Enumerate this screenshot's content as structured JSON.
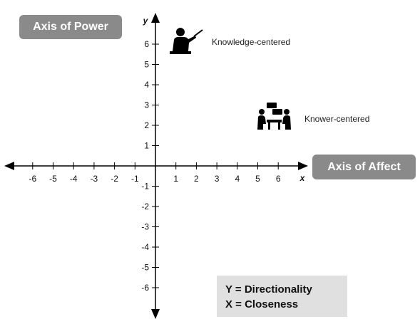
{
  "axis_labels": {
    "power": "Axis of Power",
    "affect": "Axis of Affect",
    "x": "x",
    "y": "y"
  },
  "points": [
    {
      "x": 1.5,
      "y": 6,
      "label": "Knowledge-centered",
      "icon": "teacher-pointer-icon"
    },
    {
      "x": 6,
      "y": 2.5,
      "label": "Knower-centered",
      "icon": "group-meeting-icon"
    }
  ],
  "x_ticks": [
    -6,
    -5,
    -4,
    -3,
    -2,
    -1,
    1,
    2,
    3,
    4,
    5,
    6
  ],
  "y_ticks": [
    6,
    5,
    4,
    3,
    2,
    1,
    -1,
    -2,
    -3,
    -4,
    -5,
    -6
  ],
  "legend": {
    "line1": "Y = Directionality",
    "line2": "X = Closeness"
  },
  "colors": {
    "pill": "#8a8a8a",
    "legend_bg": "#e0e0e0",
    "axis": "#000000"
  }
}
